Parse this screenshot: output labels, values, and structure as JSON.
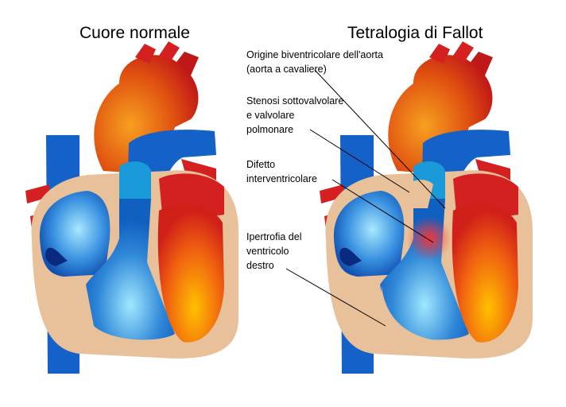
{
  "titles": {
    "normal": "Cuore normale",
    "tetralogy": "Tetralogia di Fallot"
  },
  "annotations": [
    {
      "lines": [
        "Origine biventricolare dell'aorta",
        "(aorta a cavaliere)"
      ]
    },
    {
      "lines": [
        "Stenosi sottovalvolare",
        "e valvolare",
        "polmonare"
      ]
    },
    {
      "lines": [
        "Difetto",
        "interventricolare"
      ]
    },
    {
      "lines": [
        "Ipertrofia del",
        "ventricolo",
        "destro"
      ]
    }
  ],
  "colors": {
    "deoxygenated": "#1060c0",
    "oxygenated": "#d42020",
    "wall": "#e8c09a"
  }
}
